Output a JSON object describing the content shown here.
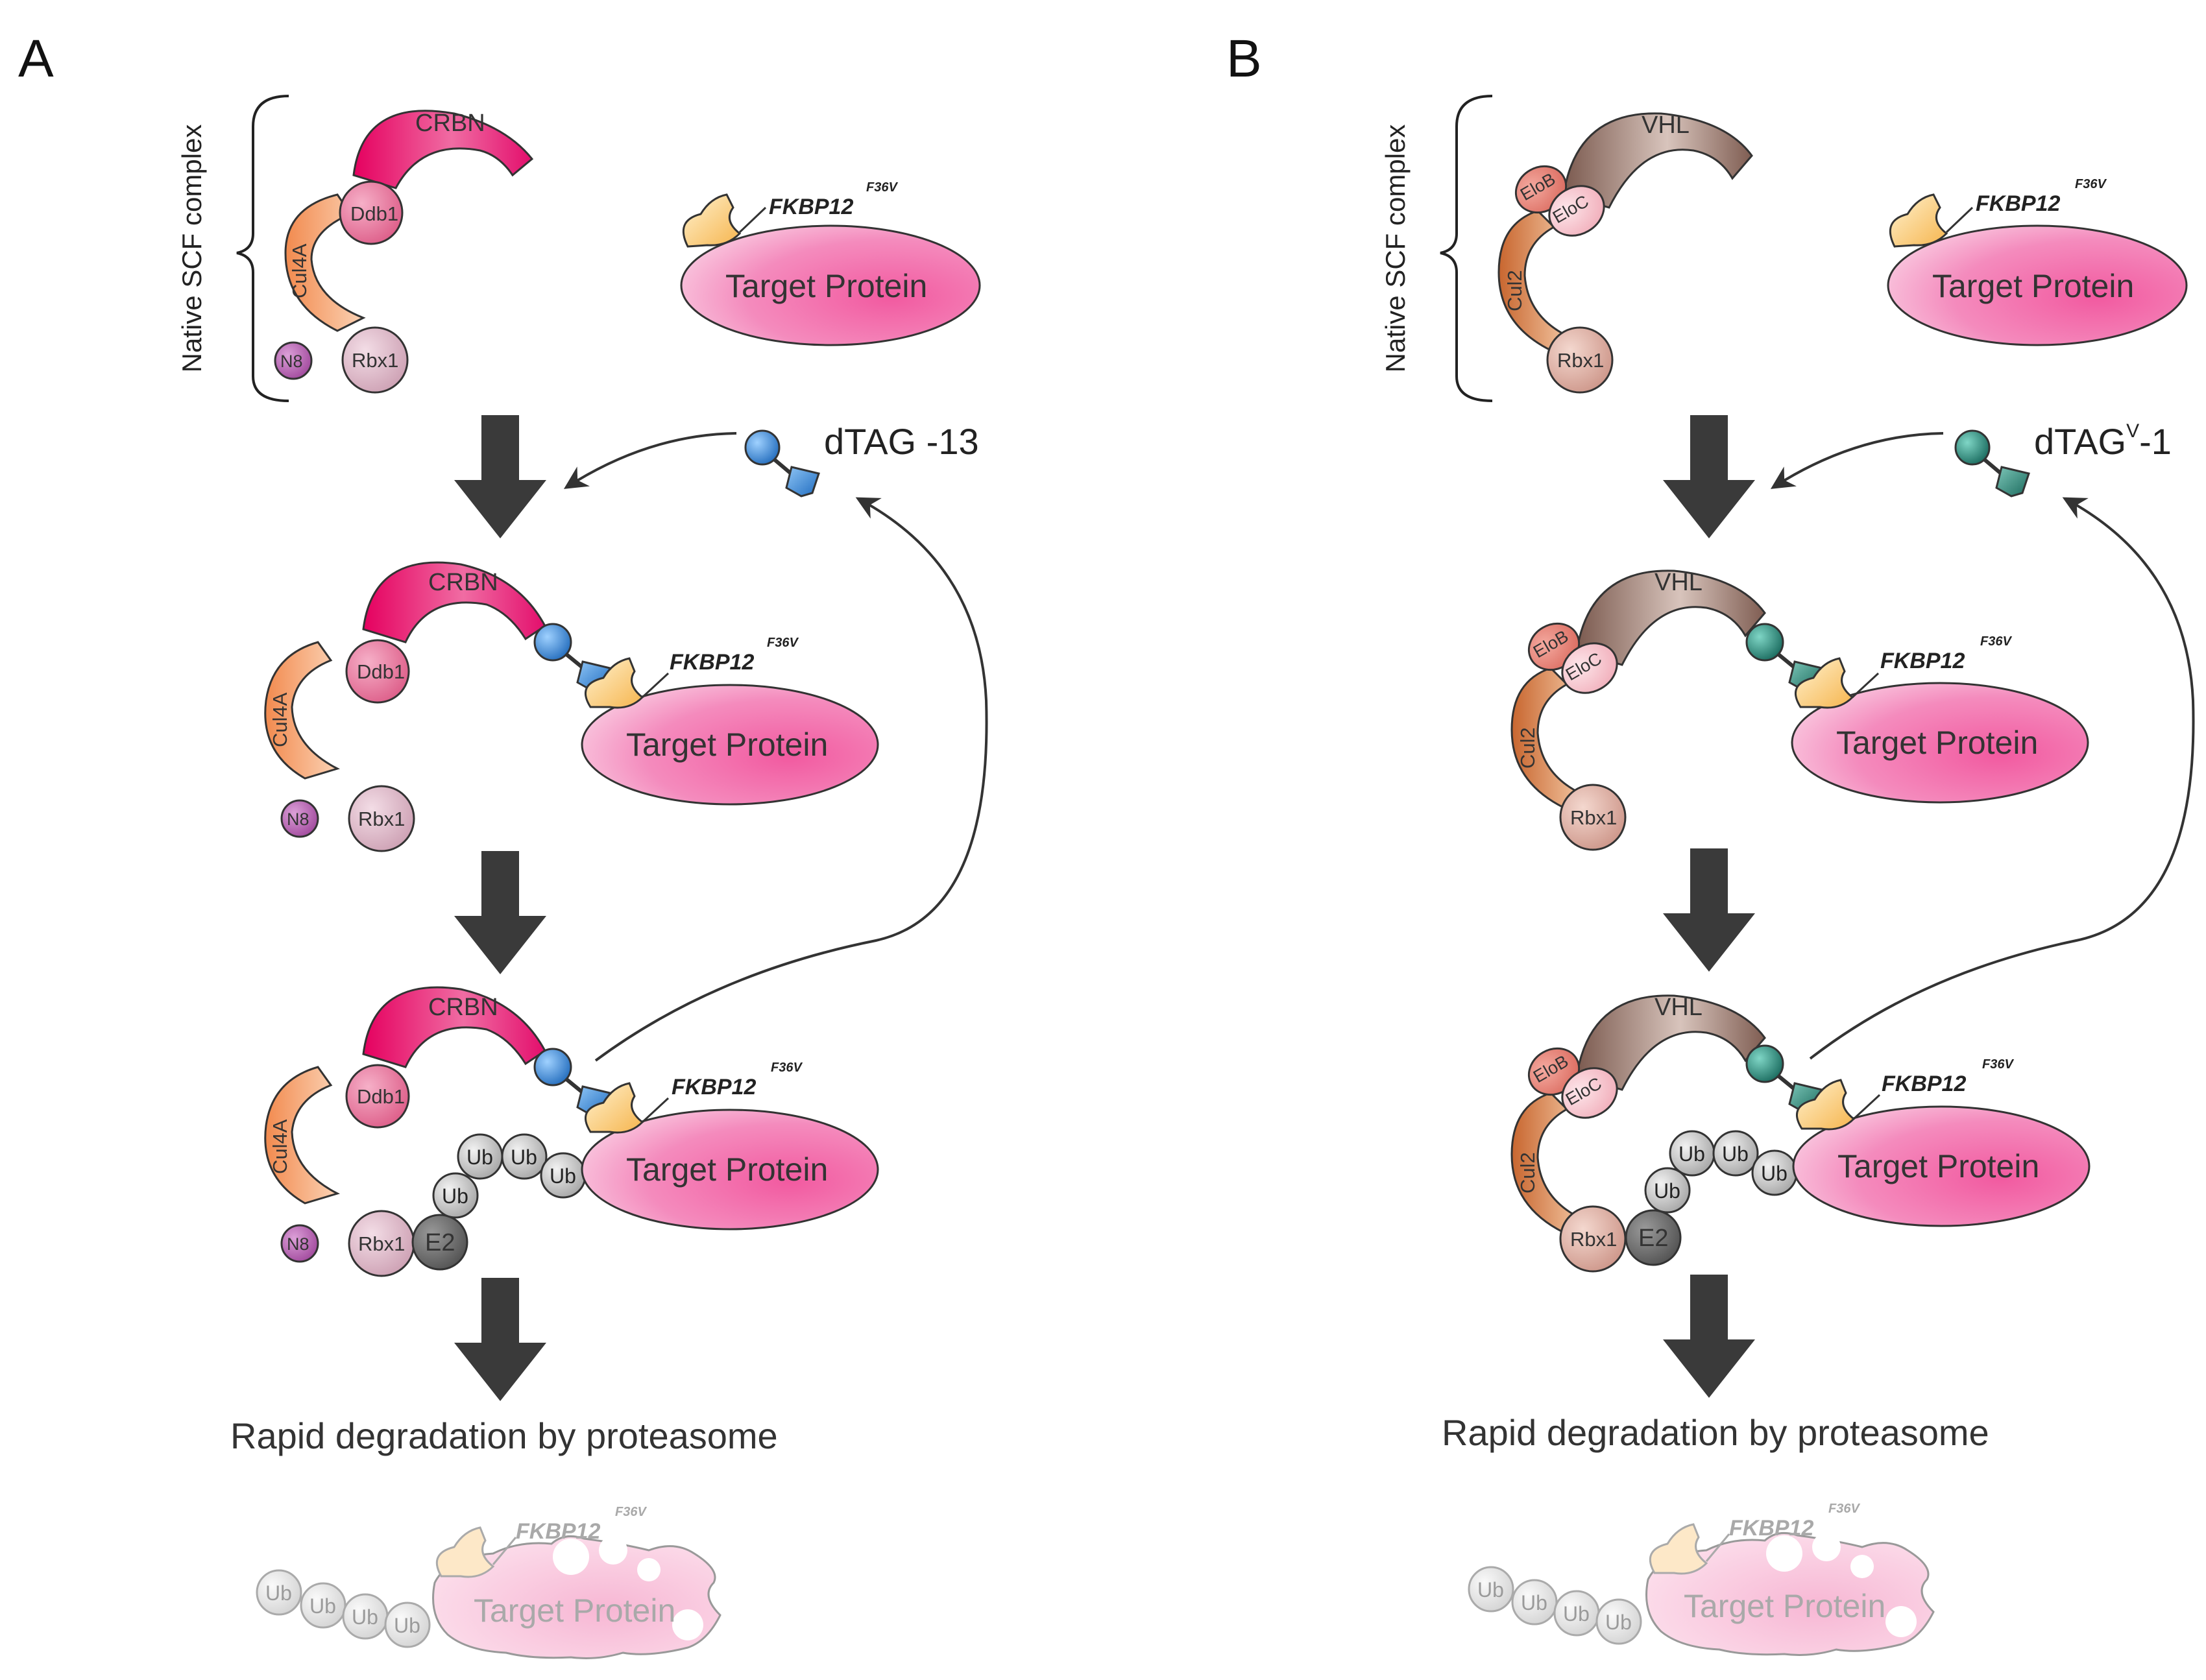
{
  "panel_a": {
    "letter": "A",
    "complex_label": "Native SCF complex",
    "ligase": "CRBN",
    "adaptor": "Ddb1",
    "cullin": "Cul4A",
    "nedd": "N8",
    "rbx": "Rbx1",
    "e2": "E2",
    "ub": "Ub",
    "tag": "FKBP12",
    "tag_sup": "F36V",
    "target": "Target Protein",
    "degrader": "dTAG -13",
    "degrader_color": "#1f7fd0",
    "outcome": "Rapid degradation by proteasome"
  },
  "panel_b": {
    "letter": "B",
    "complex_label": "Native SCF complex",
    "ligase": "VHL",
    "elob": "EloB",
    "eloc": "EloC",
    "cullin": "Cul2",
    "rbx": "Rbx1",
    "e2": "E2",
    "ub": "Ub",
    "tag": "FKBP12",
    "tag_sup": "F36V",
    "target": "Target Protein",
    "degrader": "dTAG",
    "degrader_sup": "V",
    "degrader_suffix": "-1",
    "degrader_color": "#157f6e",
    "outcome": "Rapid degradation by proteasome"
  },
  "colors": {
    "crbn": "#e8166e",
    "vhl": "#8b6a5e",
    "target": "#f06aa6",
    "cullin_a": "#f49a62",
    "cullin_b": "#d9773f",
    "arrow": "#3a3a3a",
    "ub": "#a8a8a8"
  }
}
